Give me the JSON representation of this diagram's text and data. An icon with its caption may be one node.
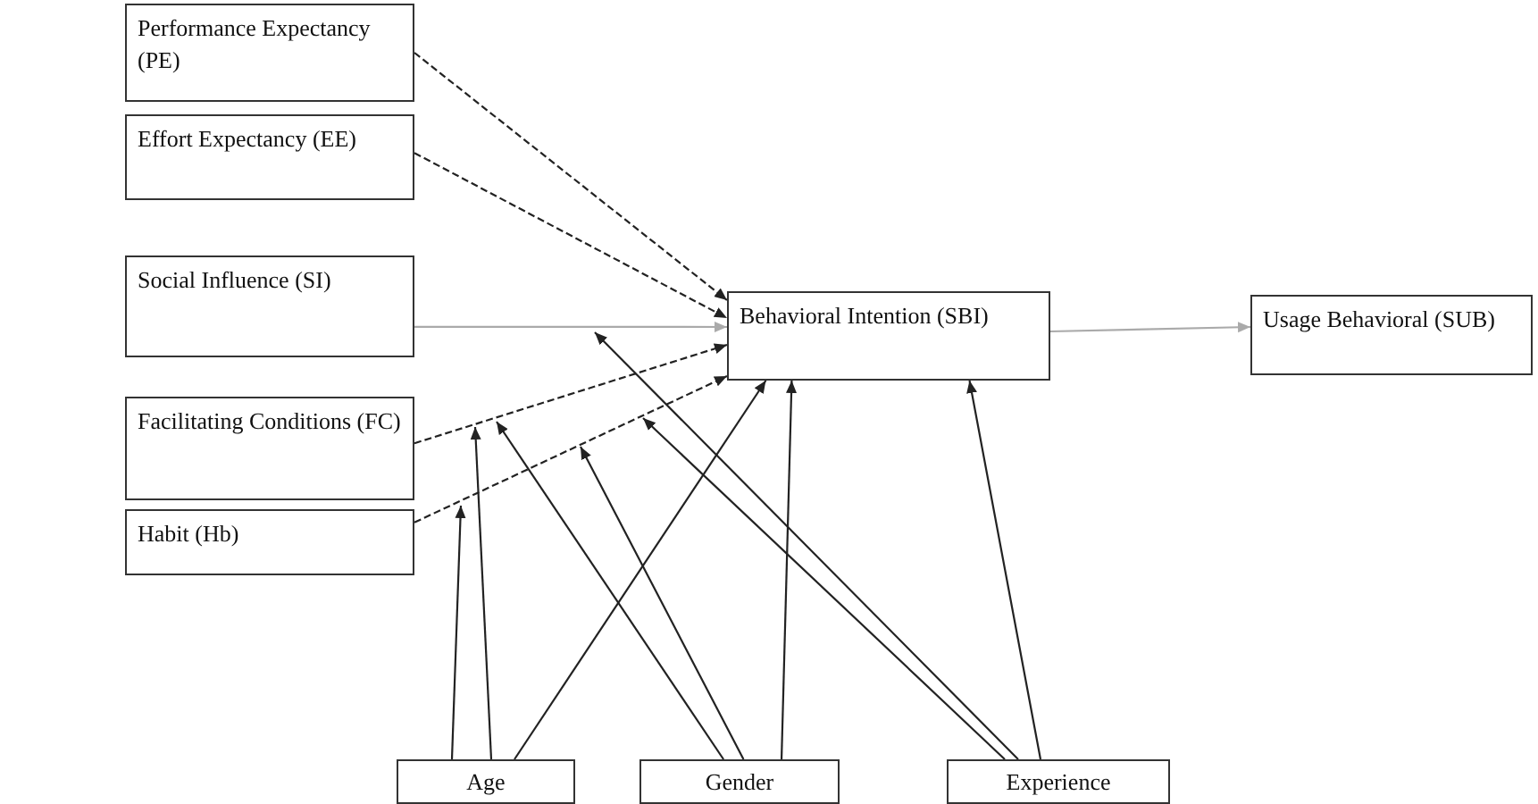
{
  "diagram": {
    "nodes": [
      {
        "text": [
          "Performance Expectancy (PE)"
        ]
      },
      {
        "text": [
          "Effort Expectancy (EE)"
        ]
      },
      {
        "text": [
          "Social Influence (SI)"
        ]
      },
      {
        "text": [
          "Facilitating Conditions (FC)"
        ]
      },
      {
        "text": [
          "Habit (Hb)"
        ]
      },
      {
        "text": [
          "Behavioral Intention (SBI)"
        ]
      },
      {
        "text": [
          "Usage Behavioral (SUB)"
        ]
      },
      {
        "text": [
          "Age"
        ]
      },
      {
        "text": [
          "Gender"
        ]
      },
      {
        "text": [
          "Experience"
        ]
      }
    ],
    "edges": [
      {
        "from": 0,
        "to": 5,
        "arrow": "to",
        "style": "dashed"
      },
      {
        "from": 1,
        "to": 5,
        "arrow": "to",
        "style": "dashed"
      },
      {
        "from": 2,
        "to": 5,
        "arrow": "to",
        "color": "#aaaaaa"
      },
      {
        "from": 3,
        "to": 5,
        "arrow": "to",
        "style": "dashed"
      },
      {
        "from": 4,
        "to": 5,
        "arrow": "to",
        "style": "dashed"
      },
      {
        "from": 7,
        "to": 5,
        "arrow": "to"
      },
      {
        "from": 8,
        "to": 5,
        "arrow": "to"
      },
      {
        "from": 9,
        "to": 5,
        "arrow": "to"
      },
      {
        "from": 5,
        "to": 6,
        "arrow": "to",
        "color": "#aaaaaa"
      },
      {
        "from": 7,
        "to": null,
        "arrow": "to"
      },
      {
        "from": 7,
        "to": null,
        "arrow": "to"
      },
      {
        "from": 8,
        "to": null,
        "arrow": "to"
      },
      {
        "from": 8,
        "to": null,
        "arrow": "to"
      },
      {
        "from": 9,
        "to": null,
        "arrow": "to"
      },
      {
        "from": 9,
        "to": null,
        "arrow": "to"
      }
    ]
  }
}
